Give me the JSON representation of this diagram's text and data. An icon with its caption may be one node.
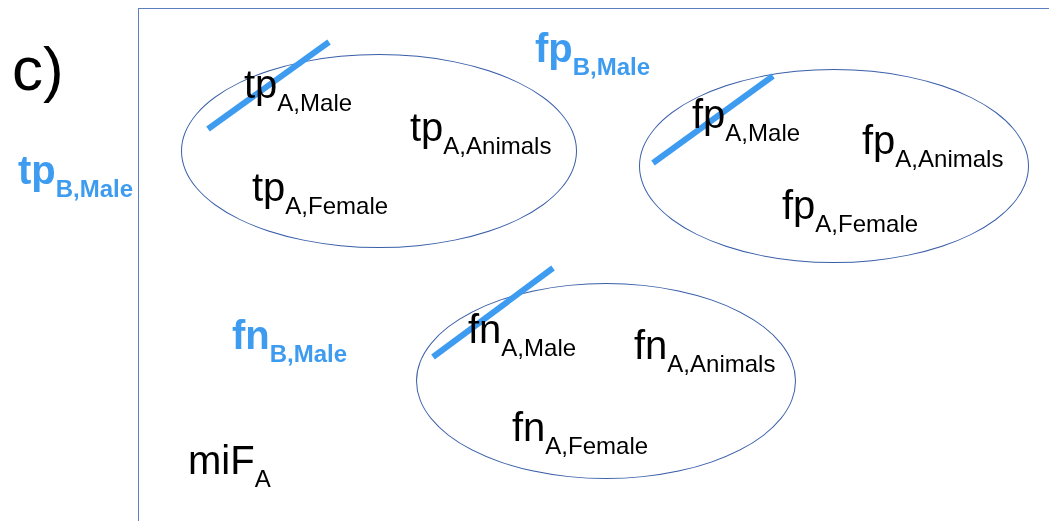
{
  "diagram": {
    "nodes": [
      {
        "text": [],
        "shape": "box"
      },
      {
        "text": [
          "tp$_{A,Male}$",
          "tp$_{A,Animals}$",
          "tp$_{A,Female}$"
        ],
        "in": 0
      },
      {
        "text": [
          "fp$_{A,Male}$",
          "fp$_{A,Animals}$",
          "fp$_{A,Female}$"
        ],
        "in": 0
      },
      {
        "text": [
          "fn$_{A,Male}$",
          "fn$_{A,Animals}$",
          "fn$_{A,Female}$"
        ],
        "in": 0
      }
    ],
    "edges": [],
    "labels": [
      "c)",
      "fp$_{B,Male}$",
      "tp$_{B,Male}$",
      "fn$_{B,Male}$",
      "miF$_{A}$"
    ]
  }
}
